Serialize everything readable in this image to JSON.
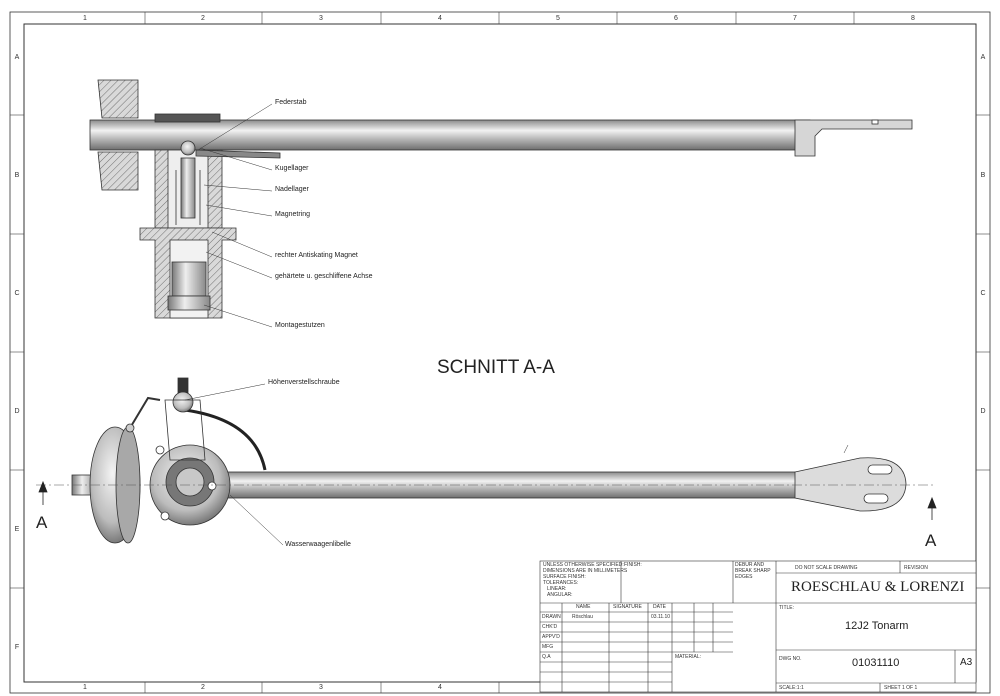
{
  "border": {
    "columns": [
      "1",
      "2",
      "3",
      "4",
      "5",
      "6",
      "7",
      "8"
    ],
    "rows": [
      "A",
      "B",
      "C",
      "D",
      "E",
      "F"
    ]
  },
  "section": {
    "title": "SCHNITT A-A",
    "cut_label": "A"
  },
  "callouts": {
    "federstab": "Federstab",
    "kugellager": "Kugellager",
    "nadellager": "Nadellager",
    "magnetring": "Magnetring",
    "antiskating": "rechter Antiskating Magnet",
    "achse": "gehärtete u. geschliffene Achse",
    "montagestutzen": "Montagestutzen",
    "hoehenverstell": "Höhenverstellschraube",
    "libelle": "Wasserwaagenlibelle"
  },
  "title_block": {
    "unless_lines": [
      "UNLESS OTHERWISE SPECIFIED:",
      "DIMENSIONS ARE IN MILLIMETERS",
      "SURFACE FINISH:",
      "TOLERANCES:",
      "LINEAR:",
      "ANGULAR:"
    ],
    "finish_label": "FINISH:",
    "deburr_lines": [
      "DEBUR AND",
      "BREAK SHARP",
      "EDGES"
    ],
    "do_not_scale": "DO NOT SCALE DRAWING",
    "revision_label": "REVISION",
    "company": "ROESCHLAU & LORENZI",
    "headers": {
      "name": "NAME",
      "signature": "SIGNATURE",
      "date": "DATE"
    },
    "rows": [
      {
        "role": "DRAWN",
        "name": "Röschlau",
        "date": "03.11.10"
      },
      {
        "role": "CHK'D",
        "name": "",
        "date": ""
      },
      {
        "role": "APPV'D",
        "name": "",
        "date": ""
      },
      {
        "role": "MFG",
        "name": "",
        "date": ""
      },
      {
        "role": "Q.A",
        "name": "",
        "date": ""
      }
    ],
    "title_label": "TITLE:",
    "title": "12J2 Tonarm",
    "material_label": "MATERIAL:",
    "dwg_label": "DWG NO.",
    "dwg_no": "01031110",
    "size": "A3",
    "scale": "SCALE:1:1",
    "sheet": "SHEET 1 OF 1"
  }
}
